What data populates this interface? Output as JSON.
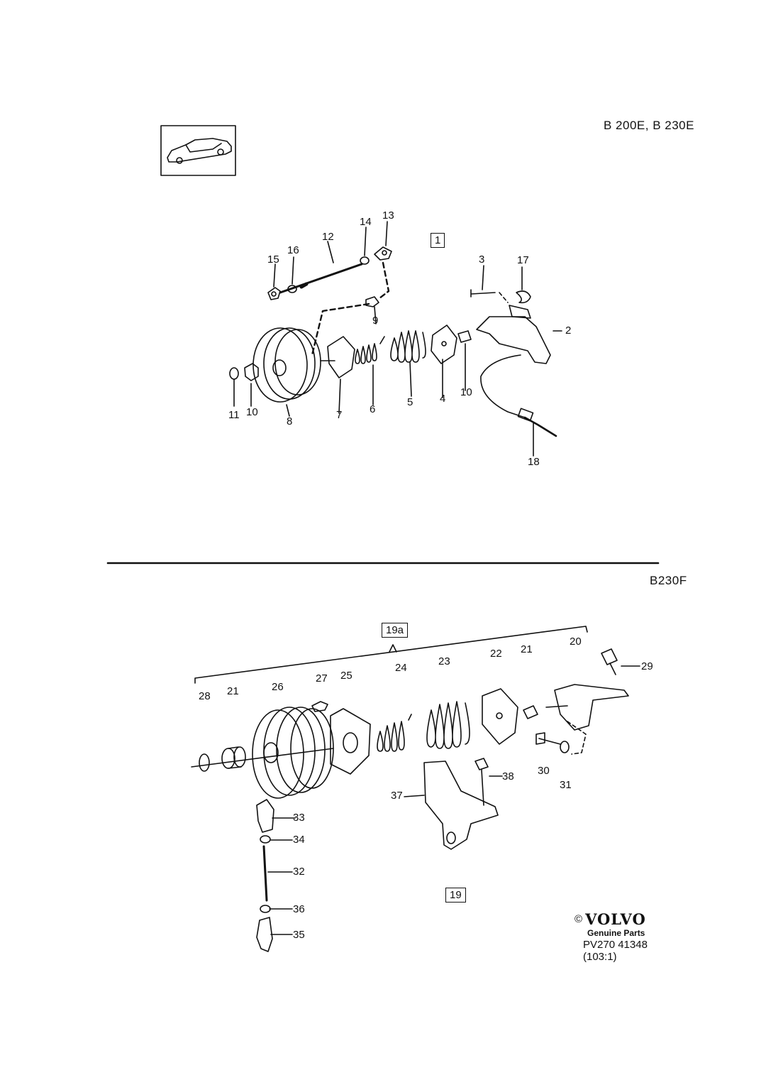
{
  "sections": {
    "top": {
      "engine_label": "B 200E, B 230E",
      "group_box": "1",
      "parts": [
        "2",
        "3",
        "4",
        "5",
        "6",
        "7",
        "8",
        "9",
        "10",
        "10",
        "11",
        "12",
        "13",
        "14",
        "15",
        "16",
        "17",
        "18"
      ]
    },
    "bottom": {
      "engine_label": "B230F",
      "kit_box": "19a",
      "group_box": "19",
      "parts": [
        "20",
        "21",
        "21",
        "22",
        "23",
        "24",
        "25",
        "26",
        "27",
        "28",
        "29",
        "30",
        "31",
        "32",
        "33",
        "34",
        "35",
        "36",
        "37",
        "38"
      ]
    }
  },
  "footer": {
    "copyright": "©",
    "brand": "VOLVO",
    "sub": "Genuine Parts",
    "code": "PV270 41348",
    "scale": "(103:1)"
  },
  "icons": {
    "car": "car-thumbnail-icon"
  },
  "colors": {
    "ink": "#111111",
    "paper": "#ffffff"
  }
}
